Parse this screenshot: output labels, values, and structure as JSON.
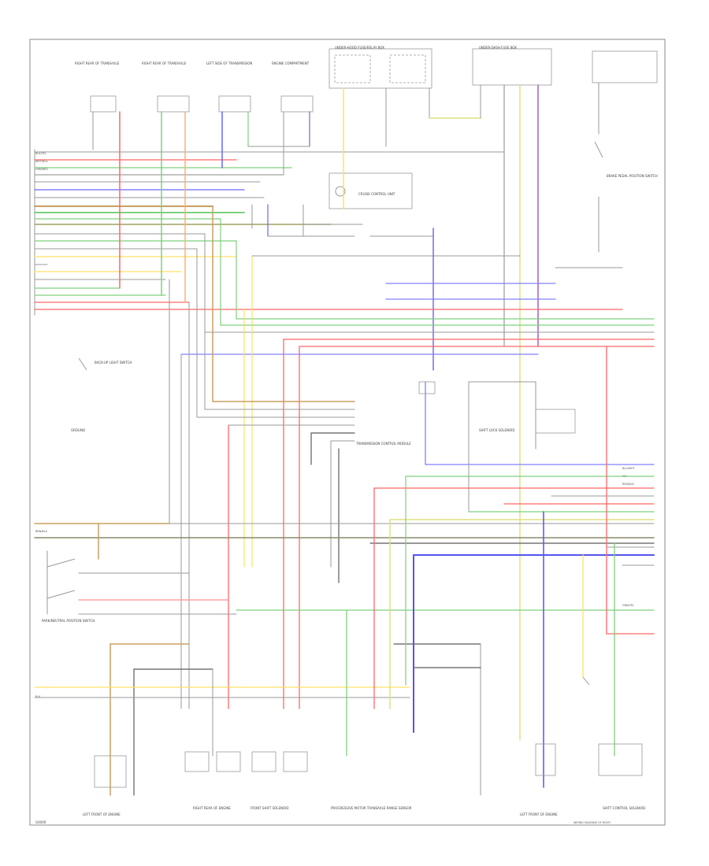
{
  "diagram": {
    "footer_left": "G4000",
    "footer_right": "WIRING DIAGRAM OF RIGHT",
    "components": {
      "c1": "RIGHT REAR OF TRANSAXLE",
      "c2": "RIGHT REAR OF TRANSAXLE",
      "c3": "LEFT SIDE OF TRANSMISSION",
      "c4": "ENGINE COMPARTMENT",
      "c5": "UNDER-HOOD FUSE/RELAY BOX",
      "c6": "UNDER-DASH FUSE BOX",
      "c7": "CRUISE CONTROL UNIT",
      "c8": "BRAKE PEDAL POSITION SWITCH",
      "c9": "TRANSMISSION CONTROL MODULE",
      "c10": "SHIFT LOCK SOLENOID",
      "c11": "BACK-UP LIGHT SWITCH",
      "c12": "PARK/NEUTRAL POSITION SWITCH",
      "c13": "PROGRESSIVE MOTOR TRANSAXLE RANGE SENSOR",
      "c14": "FRONT SHIFT SOLENOID",
      "c15": "LEFT FRONT OF ENGINE",
      "c16": "RIGHT REAR OF ENGINE",
      "c17": "SHIFT CONTROL SOLENOID",
      "c18": "GROUND",
      "c19": "LEFT FRONT OF ENGINE"
    },
    "wire_codes": {
      "w1": "BLK/YEL",
      "w2": "WHT/BLU",
      "w3": "GRN/RED",
      "w4": "BLU/WHT",
      "w5": "YEL",
      "w6": "RED/BLK",
      "w7": "BRN/BLK",
      "w8": "GRN/YEL",
      "w9": "BLK"
    }
  }
}
